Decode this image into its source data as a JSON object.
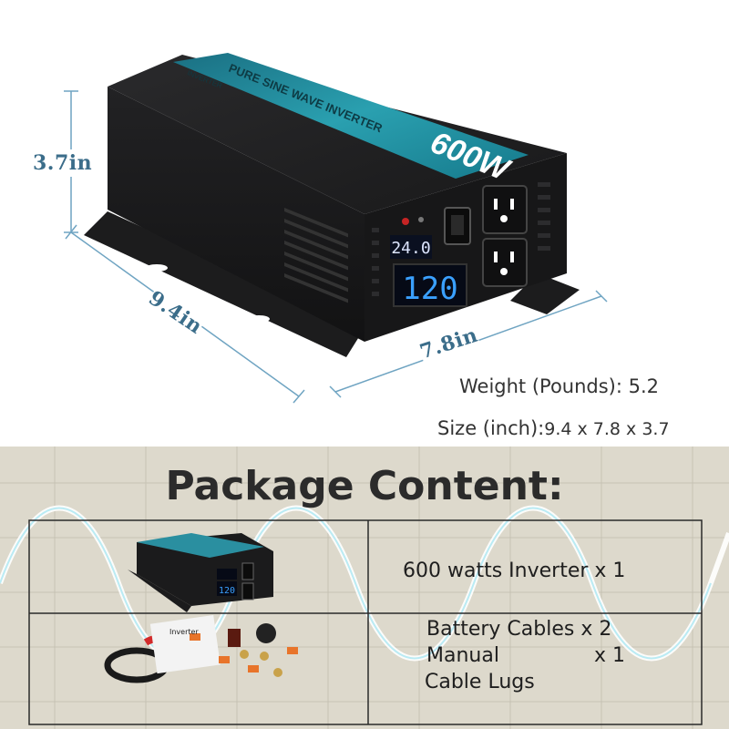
{
  "dimensions": {
    "height": "3.7in",
    "length": "9.4in",
    "width": "7.8in"
  },
  "specs": {
    "weight_label": "Weight (Pounds):",
    "weight_value": "5.2",
    "size_label": "Size (inch):",
    "size_value": "9.4 x 7.8 x 3.7"
  },
  "product": {
    "power_label": "600W",
    "panel_title": "PURE SINE WAVE INVERTER",
    "brand": "INVERTER",
    "voltage_display": "24.0",
    "output_display": "120",
    "mini_voltage_display": "120"
  },
  "package": {
    "title": "Package Content:",
    "rows": [
      {
        "text": "600 watts Inverter x 1"
      },
      {
        "lines": [
          "Battery Cables x 2",
          "Manual",
          "Cable Lugs"
        ],
        "qty_manual": "x 1",
        "manual_booklet_text": "Inverter"
      }
    ]
  },
  "colors": {
    "dim_blue": "#3b6d8a",
    "teal_panel": "#1f8a9c",
    "lcd_blue": "#3aa0ff",
    "body_black": "#1b1b1c"
  }
}
